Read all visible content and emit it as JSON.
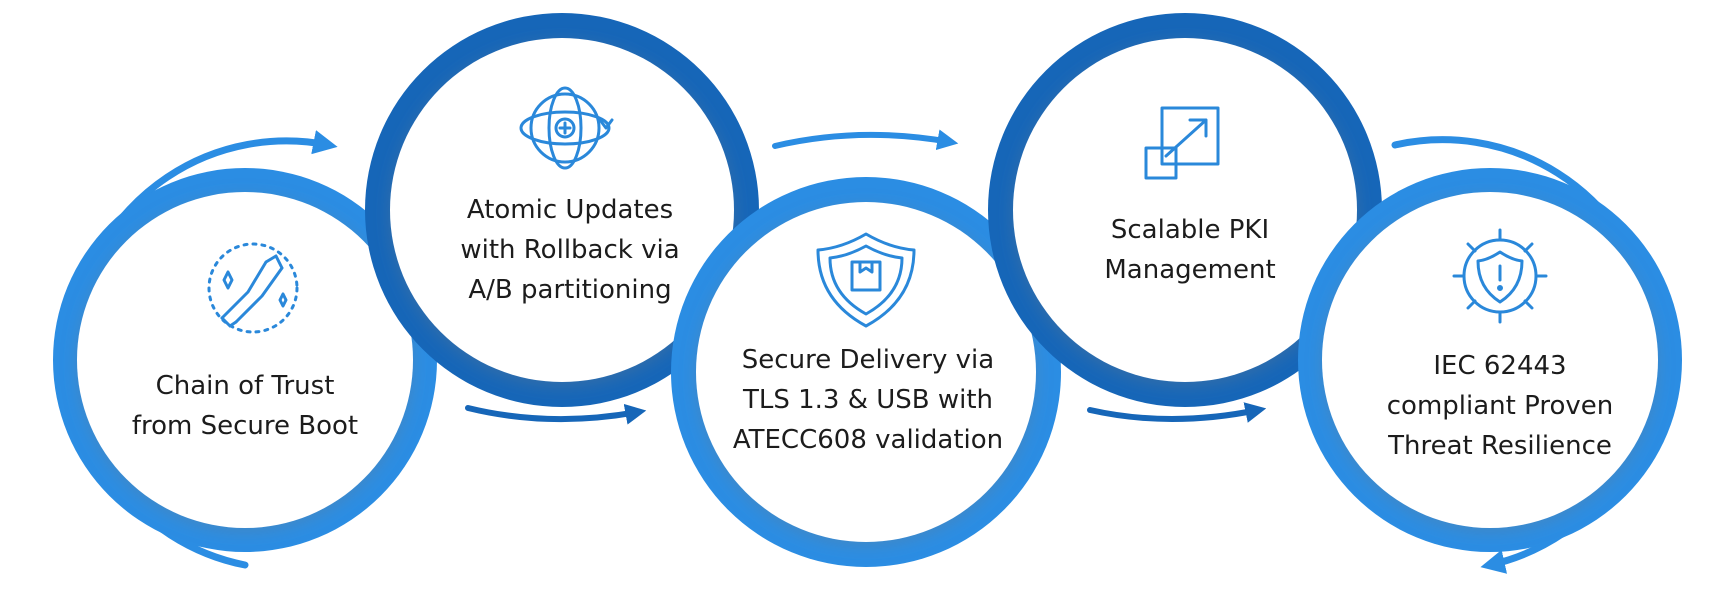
{
  "colors": {
    "dark_blue": "#1666b8",
    "light_blue": "#2b8de3",
    "icon_blue": "#2a88da",
    "text": "#1c1c1c"
  },
  "steps": [
    {
      "icon": "handshake-sparkle-icon",
      "lines": [
        "Chain of Trust",
        "from Secure Boot"
      ]
    },
    {
      "icon": "atom-update-icon",
      "lines": [
        "Atomic Updates",
        "with Rollback via",
        "A/B partitioning"
      ]
    },
    {
      "icon": "shield-package-icon",
      "lines": [
        "Secure Delivery via",
        "TLS 1.3 & USB with",
        "ATECC608 validation"
      ]
    },
    {
      "icon": "scale-arrow-squares-icon",
      "lines": [
        "Scalable PKI",
        "Management"
      ]
    },
    {
      "icon": "gear-shield-alert-icon",
      "lines": [
        "IEC 62443",
        "compliant Proven",
        "Threat Resilience"
      ]
    }
  ]
}
